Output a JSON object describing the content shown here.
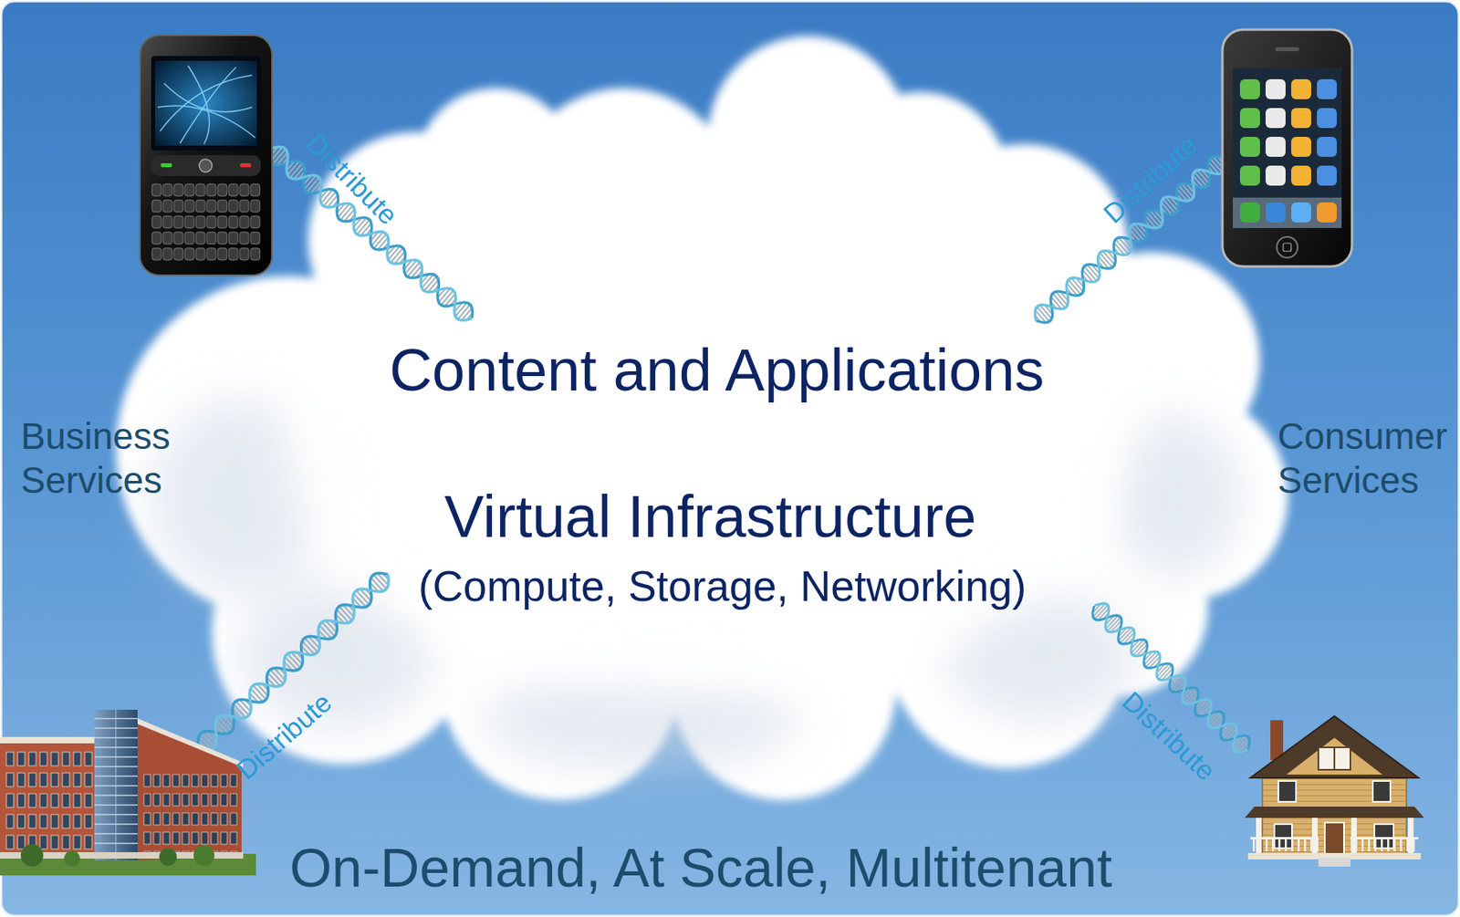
{
  "diagram": {
    "nodes": [
      {
        "text": [
          "Content and Applications",
          "Virtual Infrastructure",
          "(Compute, Storage, Networking)"
        ]
      }
    ],
    "labels": [
      "Distribute",
      "Distribute",
      "Business Services",
      "Consumer Services",
      "Distribute",
      "Distribute",
      "On-Demand, At Scale, Multitenant"
    ]
  }
}
